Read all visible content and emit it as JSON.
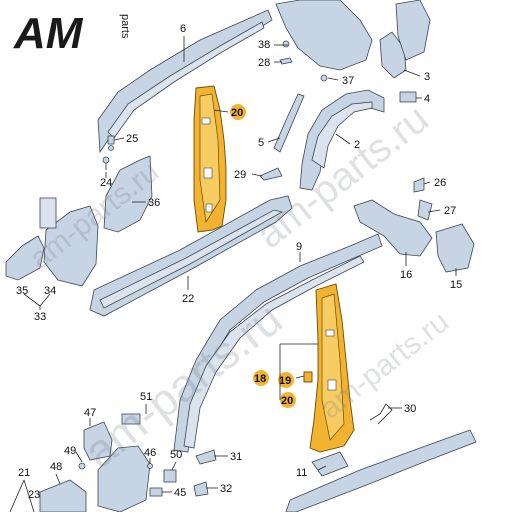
{
  "logo": {
    "main": "AM",
    "sub": "parts"
  },
  "watermarks": [
    "am-parts.ru",
    "am-parts.ru",
    "am-parts.ru",
    "am-parts.ru"
  ],
  "callouts": {
    "c2": "2",
    "c3": "3",
    "c4": "4",
    "c5": "5",
    "c6": "6",
    "c9": "9",
    "c11": "11",
    "c15": "15",
    "c16": "16",
    "c18": "18",
    "c19": "19",
    "c20a": "20",
    "c20b": "20",
    "c21": "21",
    "c22": "22",
    "c23": "23",
    "c24": "24",
    "c25": "25",
    "c26": "26",
    "c27": "27",
    "c28": "28",
    "c29": "29",
    "c30": "30",
    "c31": "31",
    "c32": "32",
    "c33": "33",
    "c34": "34",
    "c35": "35",
    "c36": "36",
    "c37": "37",
    "c38": "38",
    "c45": "45",
    "c46": "46",
    "c47": "47",
    "c48": "48",
    "c49": "49",
    "c50": "50",
    "c51": "51"
  },
  "colors": {
    "highlight": "#f2b330",
    "part_fill": "#c7d4e3",
    "logo": "#1a1a1a"
  }
}
